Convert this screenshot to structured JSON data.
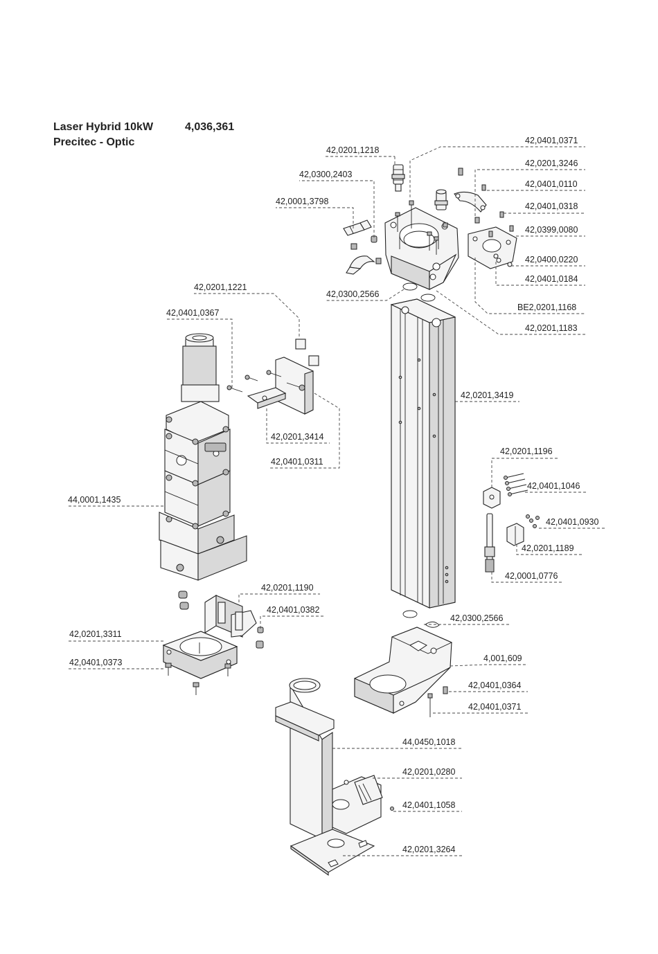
{
  "header": {
    "product": "Laser Hybrid 10kW",
    "number": "4,036,361",
    "subtitle": "Precitec - Optic"
  },
  "callouts": [
    {
      "id": "c01",
      "text": "42,0201,1218"
    },
    {
      "id": "c02",
      "text": "42,0401,0371"
    },
    {
      "id": "c03",
      "text": "42,0300,2403"
    },
    {
      "id": "c04",
      "text": "42,0201,3246"
    },
    {
      "id": "c05",
      "text": "42,0401,0110"
    },
    {
      "id": "c06",
      "text": "42,0001,3798"
    },
    {
      "id": "c07",
      "text": "42,0401,0318"
    },
    {
      "id": "c08",
      "text": "42,0399,0080"
    },
    {
      "id": "c09",
      "text": "42,0400,0220"
    },
    {
      "id": "c10",
      "text": "42,0401,0184"
    },
    {
      "id": "c11",
      "text": "42,0201,1221"
    },
    {
      "id": "c12",
      "text": "42,0300,2566"
    },
    {
      "id": "c13",
      "text": "BE2,0201,1168"
    },
    {
      "id": "c14",
      "text": "42,0401,0367"
    },
    {
      "id": "c15",
      "text": "42,0201,1183"
    },
    {
      "id": "c16",
      "text": "42,0201,3419"
    },
    {
      "id": "c17",
      "text": "42,0201,3414"
    },
    {
      "id": "c18",
      "text": "42,0401,0311"
    },
    {
      "id": "c19",
      "text": "42,0201,1196"
    },
    {
      "id": "c20",
      "text": "42,0401,1046"
    },
    {
      "id": "c21",
      "text": "44,0001,1435"
    },
    {
      "id": "c22",
      "text": "42,0401,0930"
    },
    {
      "id": "c23",
      "text": "42,0201,1189"
    },
    {
      "id": "c24",
      "text": "42,0001,0776"
    },
    {
      "id": "c25",
      "text": "42,0201,1190"
    },
    {
      "id": "c26",
      "text": "42,0401,0382"
    },
    {
      "id": "c27",
      "text": "42,0300,2566"
    },
    {
      "id": "c28",
      "text": "42,0201,3311"
    },
    {
      "id": "c29",
      "text": "4,001,609"
    },
    {
      "id": "c30",
      "text": "42,0401,0373"
    },
    {
      "id": "c31",
      "text": "42,0401,0364"
    },
    {
      "id": "c32",
      "text": "42,0401,0371"
    },
    {
      "id": "c33",
      "text": "44,0450,1018"
    },
    {
      "id": "c34",
      "text": "42,0201,0280"
    },
    {
      "id": "c35",
      "text": "42,0401,1058"
    },
    {
      "id": "c36",
      "text": "42,0201,3264"
    }
  ]
}
